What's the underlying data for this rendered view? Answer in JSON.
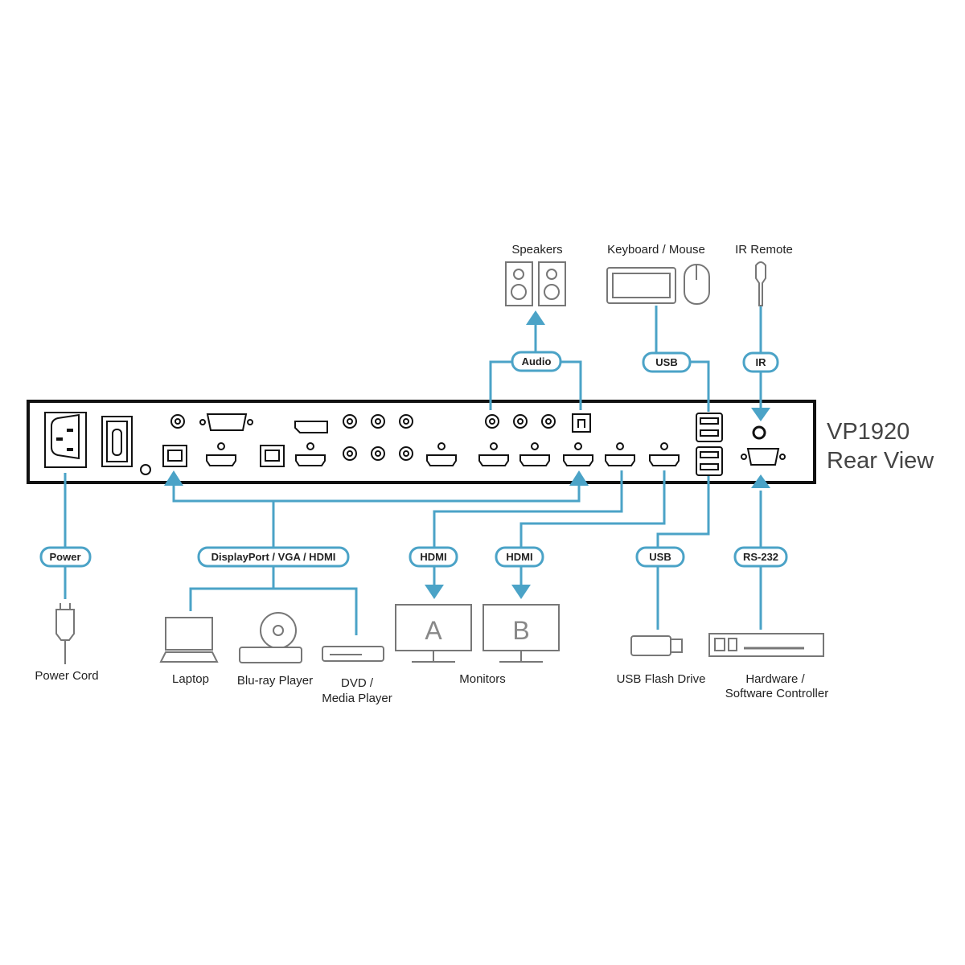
{
  "device": {
    "model": "VP1920",
    "view": "Rear View"
  },
  "connections": {
    "audio": "Audio",
    "usb_top": "USB",
    "ir": "IR",
    "power": "Power",
    "video_in": "DisplayPort / VGA / HDMI",
    "hdmi_a": "HDMI",
    "hdmi_b": "HDMI",
    "usb_bottom": "USB",
    "rs232": "RS-232"
  },
  "devices": {
    "speakers": "Speakers",
    "keyboard_mouse": "Keyboard / Mouse",
    "ir_remote": "IR Remote",
    "power_cord": "Power Cord",
    "laptop": "Laptop",
    "bluray": "Blu-ray Player",
    "dvd_line1": "DVD /",
    "dvd_line2": "Media Player",
    "monitors": "Monitors",
    "monitor_a": "A",
    "monitor_b": "B",
    "usb_flash": "USB Flash Drive",
    "controller_line1": "Hardware /",
    "controller_line2": "Software Controller"
  },
  "colors": {
    "line": "#4ba3c7"
  }
}
